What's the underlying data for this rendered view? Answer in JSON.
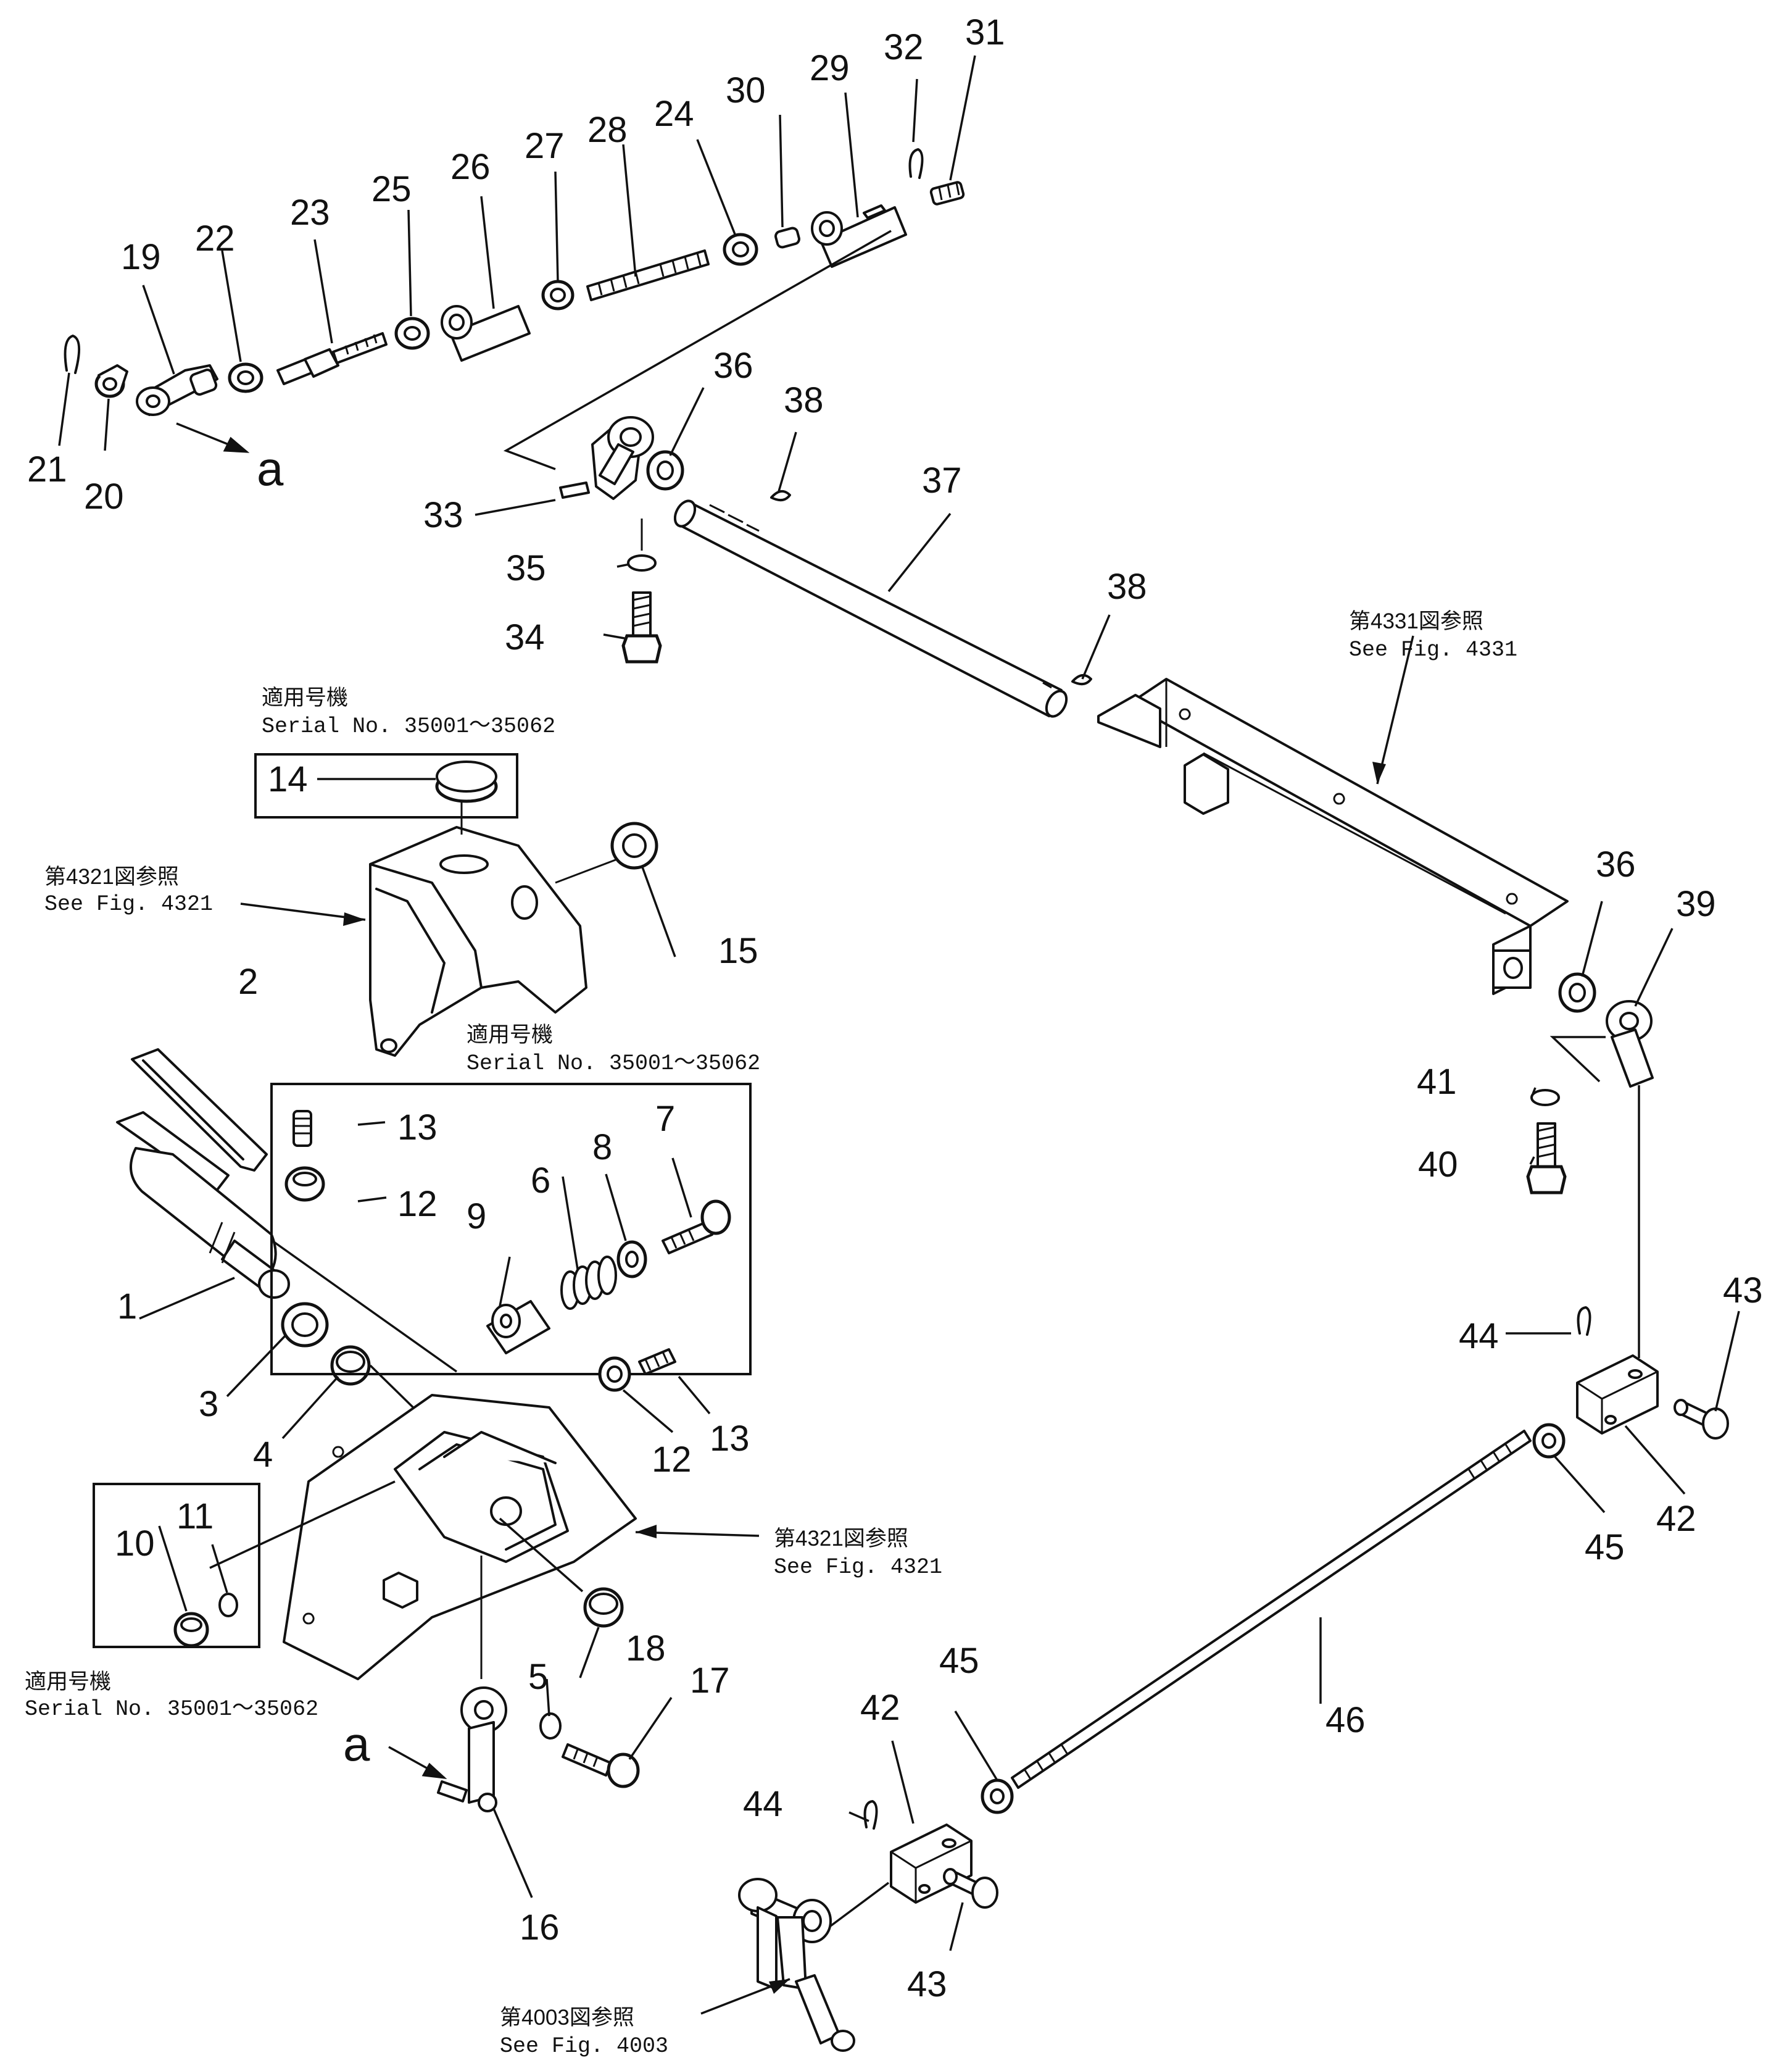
{
  "diagram": {
    "item_numbers": [
      "1",
      "2",
      "3",
      "4",
      "5",
      "6",
      "7",
      "8",
      "9",
      "10",
      "11",
      "12",
      "12",
      "13",
      "13",
      "14",
      "15",
      "16",
      "17",
      "18",
      "19",
      "20",
      "21",
      "22",
      "23",
      "24",
      "25",
      "26",
      "27",
      "28",
      "29",
      "30",
      "31",
      "32",
      "33",
      "34",
      "35",
      "36",
      "36",
      "37",
      "38",
      "38",
      "39",
      "40",
      "41",
      "42",
      "42",
      "43",
      "43",
      "44",
      "44",
      "45",
      "45",
      "46"
    ],
    "view_marker": "a",
    "serial_notes": [
      {
        "jp": "適用号機",
        "en": "Serial  No.  35001～35062"
      },
      {
        "jp": "適用号機",
        "en": "Serial  No.  35001～35062"
      },
      {
        "jp": "適用号機",
        "en": "Serial  No.  35001～35062"
      }
    ],
    "fig_references": [
      {
        "jp": "第4331図参照",
        "en": "See  Fig.  4331"
      },
      {
        "jp": "第4321図参照",
        "en": "See  Fig.  4321"
      },
      {
        "jp": "第4321図参照",
        "en": "See  Fig.  4321"
      },
      {
        "jp": "第4003図参照",
        "en": "See  Fig.  4003"
      }
    ]
  }
}
